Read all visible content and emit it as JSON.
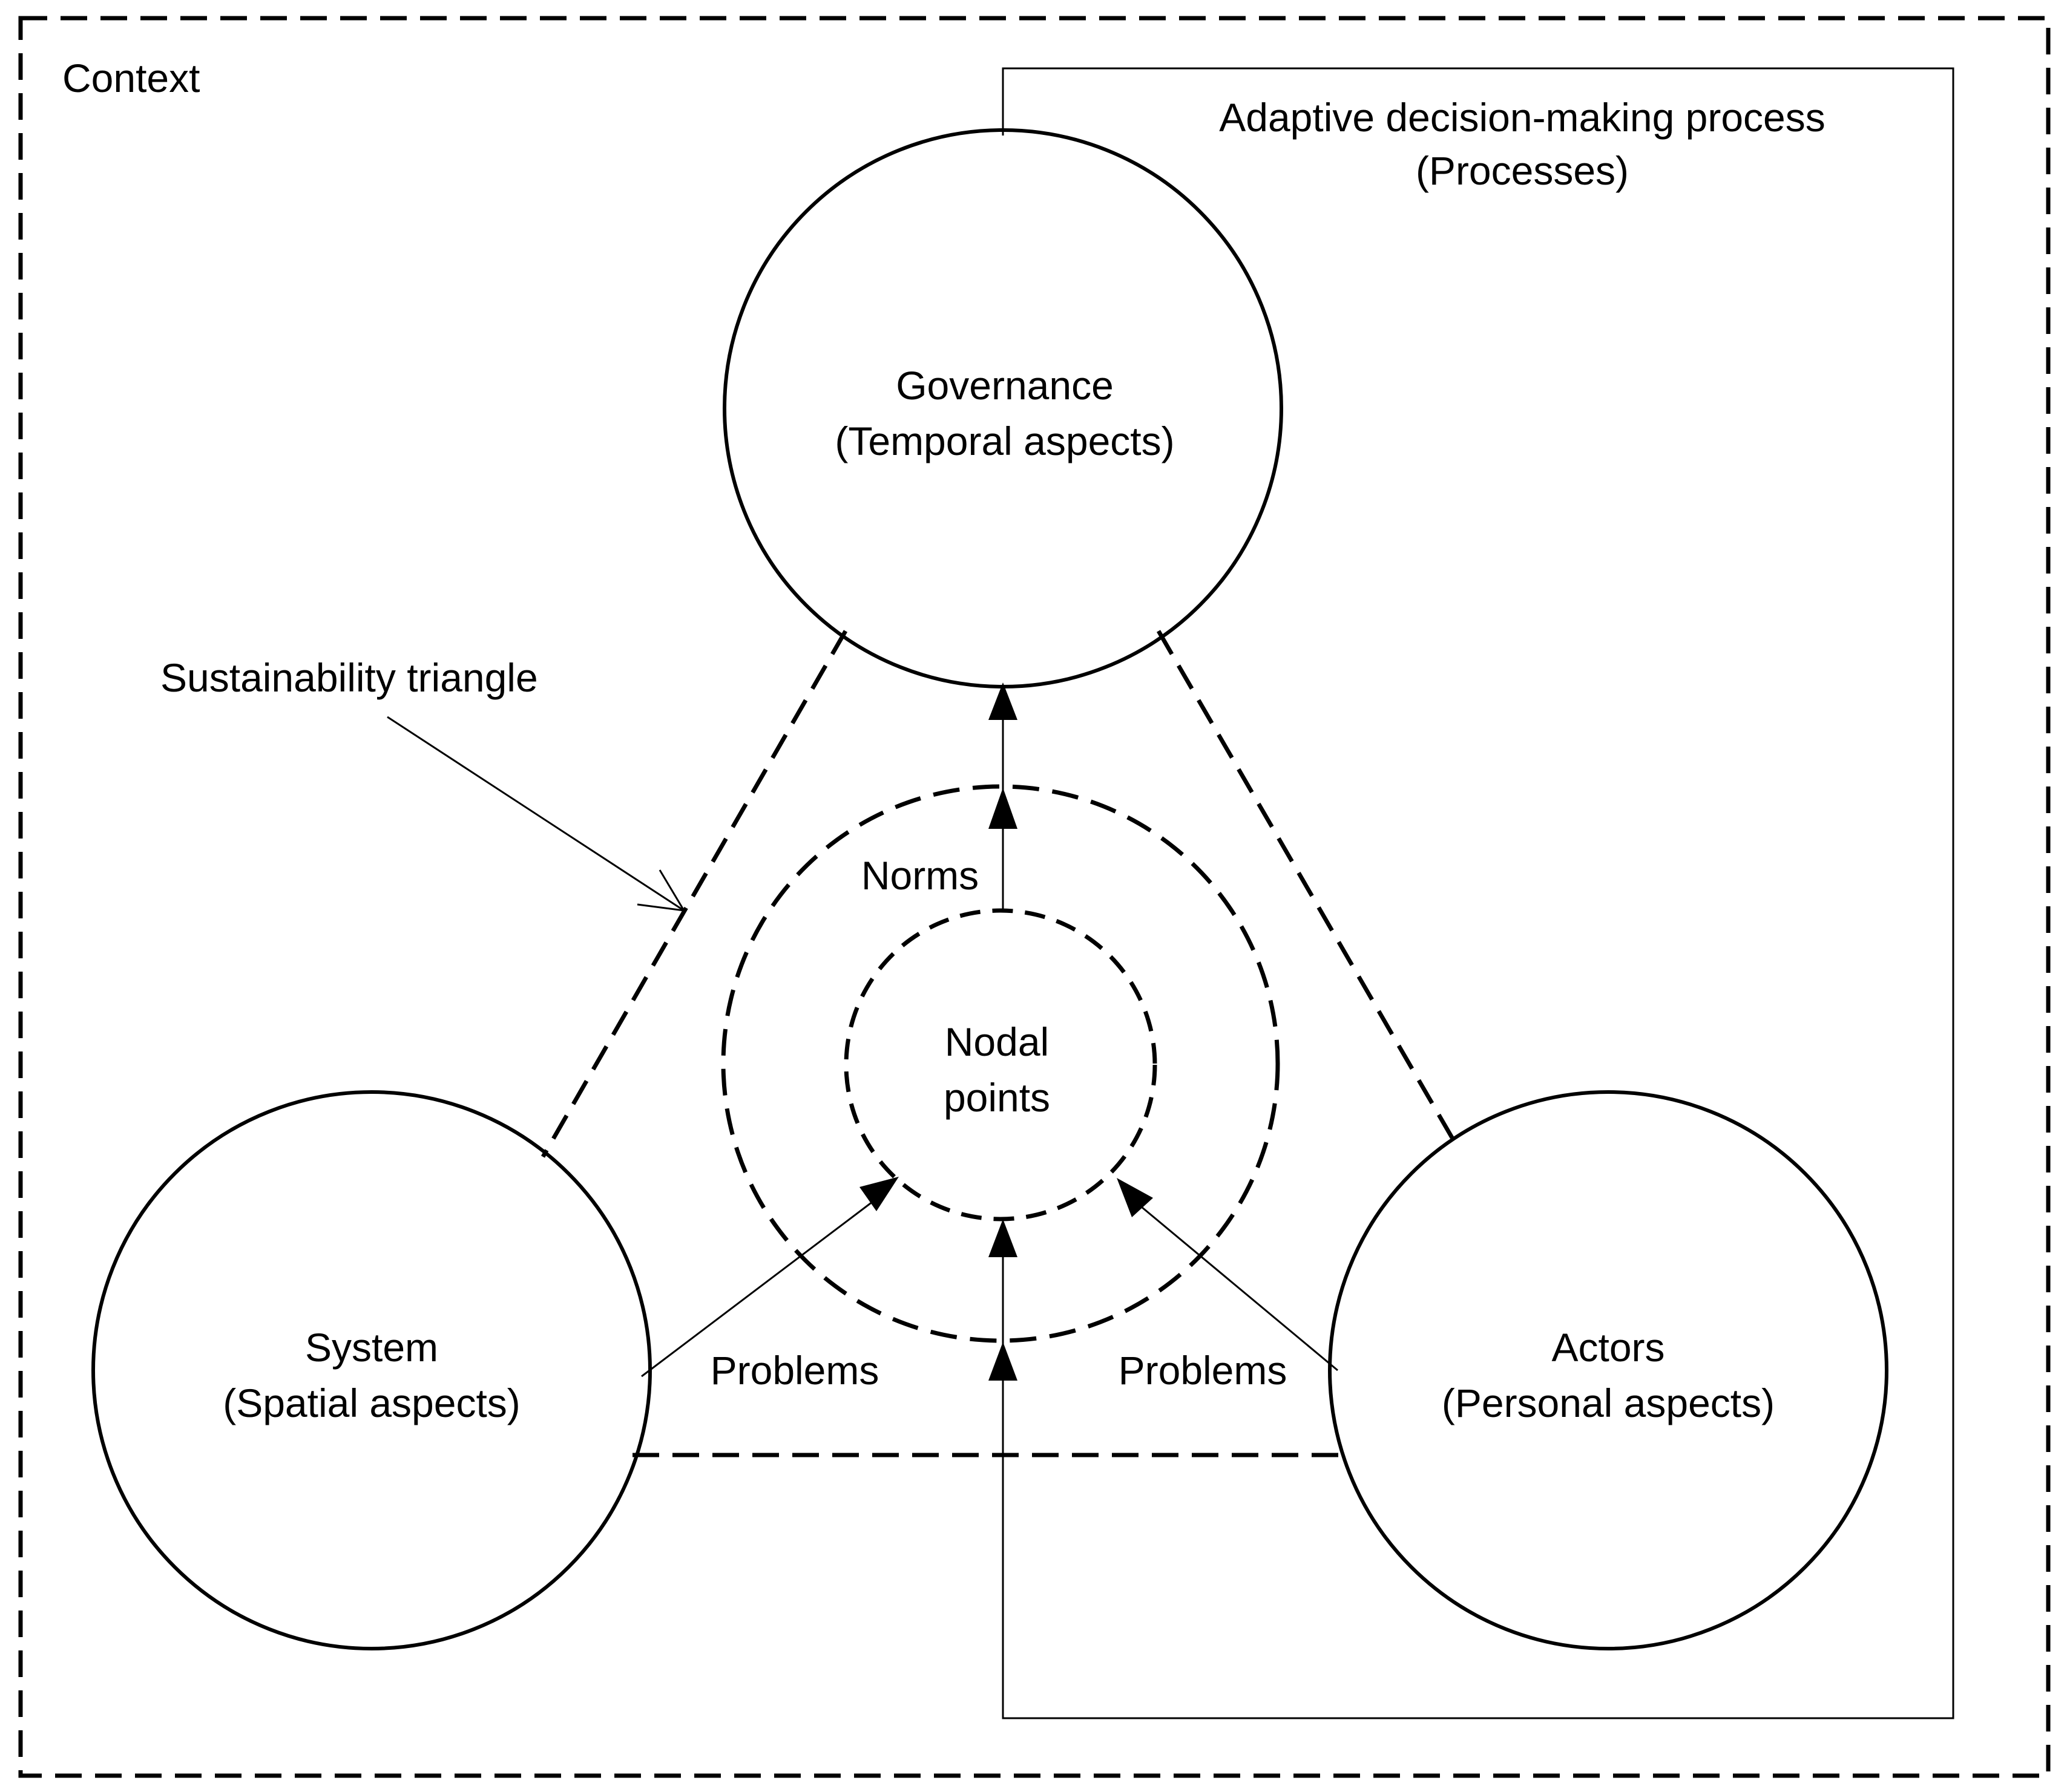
{
  "context": {
    "label": "Context"
  },
  "process_box": {
    "title_line1": "Adaptive decision-making process",
    "title_line2": "(Processes)"
  },
  "governance": {
    "line1": "Governance",
    "line2": "(Temporal aspects)"
  },
  "system": {
    "line1": "System",
    "line2": "(Spatial aspects)"
  },
  "actors": {
    "line1": "Actors",
    "line2": "(Personal aspects)"
  },
  "nodal_points": {
    "line1": "Nodal",
    "line2": "points"
  },
  "labels": {
    "sustainability_triangle": "Sustainability triangle",
    "norms": "Norms",
    "problems_left": "Problems",
    "problems_right": "Problems"
  },
  "colors": {
    "stroke": "#000000",
    "background": "#ffffff"
  }
}
